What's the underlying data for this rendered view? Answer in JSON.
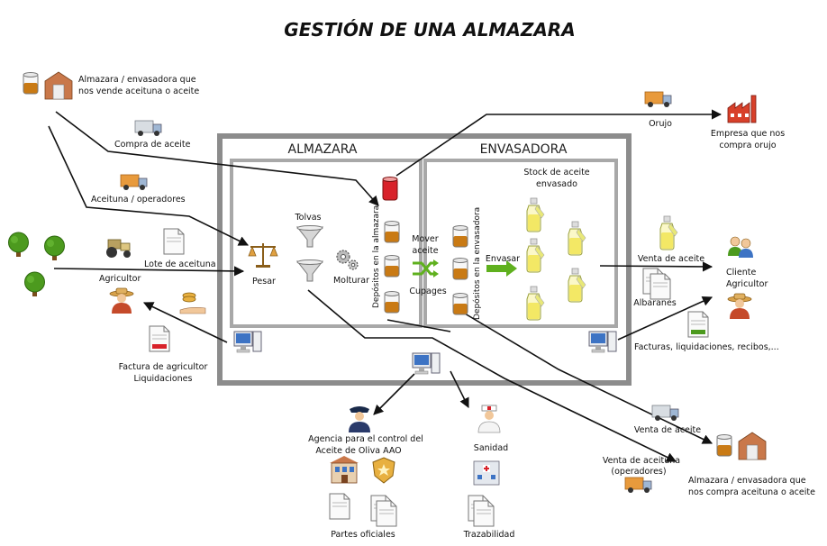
{
  "title": "GESTIÓN DE UNA ALMAZARA",
  "sections": {
    "almazara": "ALMAZARA",
    "envasadora": "ENVASADORA"
  },
  "labels": {
    "supplier_line1": "Almazara / envasadora que",
    "supplier_line2": "nos vende aceituna o aceite",
    "compra_aceite": "Compra de aceite",
    "aceituna_operadores": "Aceituna / operadores",
    "agricultor": "Agricultor",
    "lote_aceituna": "Lote de aceituna",
    "factura_line1": "Factura de agricultor",
    "factura_line2": "Liquidaciones",
    "tolvas": "Tolvas",
    "pesar": "Pesar",
    "molturar": "Molturar",
    "depositos_almazara": "Depósitos en la almazara",
    "mover_line1": "Mover",
    "mover_line2": "aceite",
    "cupages": "Cupages",
    "depositos_envasadora": "Depósitos en la envasadora",
    "envasar": "Envasar",
    "stock_line1": "Stock de aceite",
    "stock_line2": "envasado",
    "orujo": "Orujo",
    "empresa_line1": "Empresa que nos",
    "empresa_line2": "compra orujo",
    "venta_aceite": "Venta de aceite",
    "cliente_line1": "Cliente",
    "cliente_line2": "Agricultor",
    "albaranes": "Albaranes",
    "facturas": "Facturas, liquidaciones, recibos,...",
    "venta_aceite_2": "Venta de aceite",
    "venta_aceituna_line1": "Venta de aceituna",
    "venta_aceituna_line2": "(operadores)",
    "buyer_line1": "Almazara / envasadora que",
    "buyer_line2": "nos compra aceituna o aceite",
    "agencia_line1": "Agencia para el control del",
    "agencia_line2": "Aceite de Oliva AAO",
    "partes": "Partes oficiales",
    "sanidad": "Sanidad",
    "trazabilidad": "Trazabilidad"
  },
  "colors": {
    "box_outer": "#8c8c8c",
    "box_inner": "#a8a8a8",
    "oil": "#c97a14",
    "bottle": "#f2ee8a",
    "tank_red": "#d8222a",
    "tree": "#4c9a1e",
    "truck": "#e89a3c",
    "arrow_green": "#5fb01e"
  },
  "icons": [
    "oil-tank-icon",
    "warehouse-icon",
    "truck-icon",
    "factory-icon",
    "tree-icon",
    "tractor-icon",
    "document-icon",
    "farmer-icon",
    "coins-icon",
    "computer-icon",
    "scale-icon",
    "funnel-icon",
    "gears-icon",
    "bottle-icon",
    "shuffle-icon",
    "people-icon",
    "police-icon",
    "badge-icon",
    "nurse-icon",
    "hospital-icon",
    "building-icon"
  ]
}
